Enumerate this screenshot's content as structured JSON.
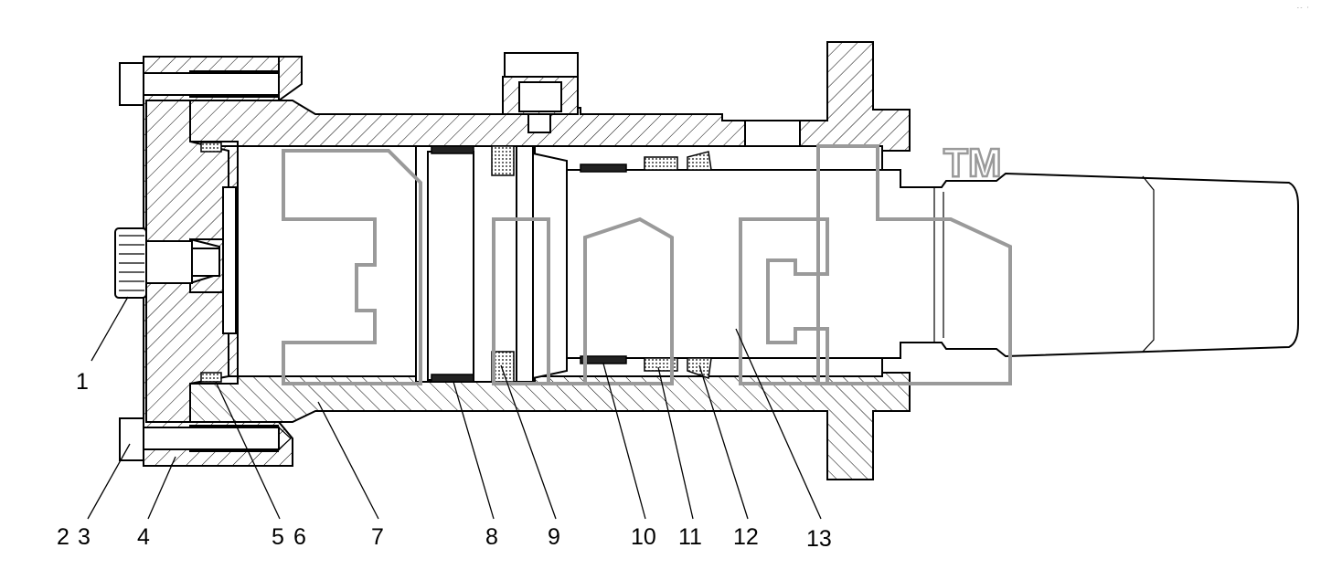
{
  "callouts": [
    "1",
    "2",
    "3",
    "4",
    "5",
    "6",
    "7",
    "8",
    "9",
    "10",
    "11",
    "12",
    "13"
  ],
  "watermark": {
    "text": "ЭПС",
    "mark": "TM"
  },
  "corner_mark": "-- ·",
  "colors": {
    "line": "#000000",
    "watermark": "#9a9a9a",
    "background": "#ffffff"
  }
}
